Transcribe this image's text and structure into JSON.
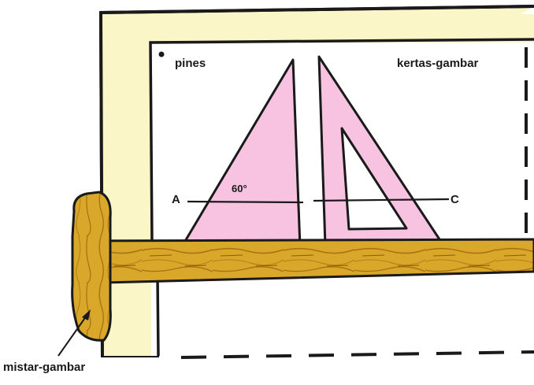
{
  "labels": {
    "pins": "pines",
    "paper": "kertas-gambar",
    "point_a": "A",
    "point_c": "C",
    "angle": "60°",
    "t_square": "mistar-gambar"
  },
  "colors": {
    "board": "#fbf6c7",
    "paper": "#ffffff",
    "triangle_fill": "#f7c3e0",
    "wood": "#d9a72a",
    "wood_dark": "#9a6a10",
    "outline": "#1a1a1a"
  }
}
